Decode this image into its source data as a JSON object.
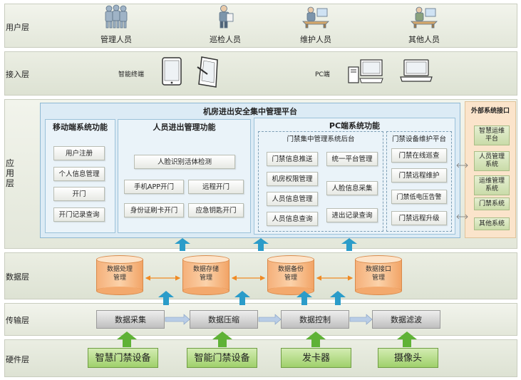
{
  "layers": {
    "user": "用户层",
    "access": "接入层",
    "application": "应\n用\n层",
    "data": "数据层",
    "transport": "传输层",
    "hardware": "硬件层"
  },
  "users": [
    "管理人员",
    "巡检人员",
    "维护人员",
    "其他人员"
  ],
  "access": {
    "mobile": "智能终端",
    "pc": "PC端"
  },
  "platform": {
    "title": "机房进出安全集中管理平台",
    "mobile": {
      "title": "移动端系统功能",
      "items": [
        "用户注册",
        "个人信息管理",
        "开门",
        "开门记录查询"
      ]
    },
    "personnel": {
      "title": "人员进出管理功能",
      "items": [
        "人脸识别活体检测",
        "手机APP开门",
        "远程开门",
        "身份证刷卡开门",
        "应急钥匙开门"
      ]
    },
    "pc": {
      "title": "PC端系统功能",
      "backend": {
        "title": "门禁集中管理系统后台",
        "items": [
          "门禁信息推送",
          "统一平台管理",
          "机房权限管理",
          "人脸信息采集",
          "人员信息管理",
          "人员信息查询",
          "进出记录查询"
        ]
      },
      "maintenance": {
        "title": "门禁设备维护平台",
        "items": [
          "门禁在线巡查",
          "门禁远程维护",
          "门禁低电压告警",
          "门禁远程升级"
        ]
      }
    }
  },
  "external": {
    "title": "外部系统接口",
    "items": [
      "智慧运维\n平台",
      "人员管理\n系统",
      "运维管理\n系统",
      "门禁系统",
      "其他系统"
    ]
  },
  "data_stores": [
    "数据处理\n管理",
    "数据存储\n管理",
    "数据备份\n管理",
    "数据接口\n管理"
  ],
  "transport": [
    "数据采集",
    "数据压缩",
    "数据控制",
    "数据滤波"
  ],
  "hardware": [
    "智慧门禁设备",
    "智能门禁设备",
    "发卡器",
    "摄像头"
  ],
  "colors": {
    "up_arrow": "#2b9cc9",
    "hardware_arrow": "#5fb236",
    "data_arrow": "#f08a24"
  }
}
